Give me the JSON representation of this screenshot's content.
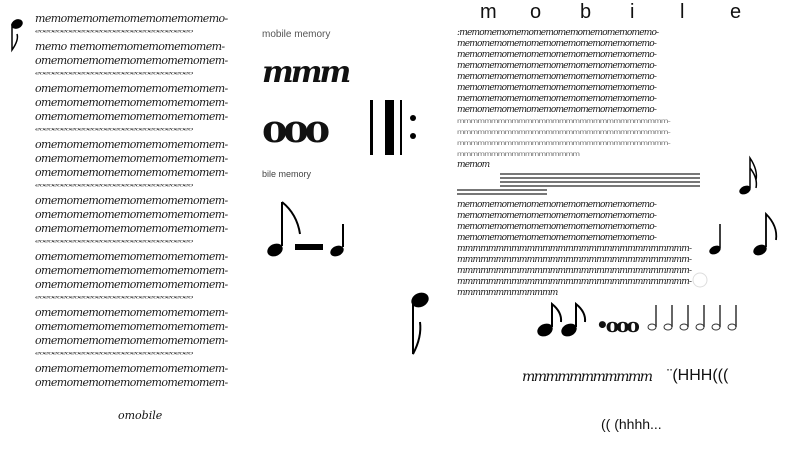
{
  "left": {
    "main_line": "omemomemomemomemomemomem-",
    "first_line": "memomemomemomemomemomemo-",
    "second_line": "memo  memomemomemomemomem-",
    "garble_line": "eoeoeoeoeoeoeoeoeoeoeoeoeoeoeoeoeoeo",
    "overlay_mobile_memory": "mobile memory",
    "overlay_mmm": "mmm",
    "overlay_ooo": "ooo",
    "overlay_bile_memory": "bile memory",
    "footer": "omobile"
  },
  "right": {
    "main_line": "memomemomemomemomemomemomemomemo-",
    "first_line": ":memomemomemomemomemomemomemomemo-",
    "last_memo": "memom",
    "grey_line": "mmmmmmmmmmmmmmmmmmmmmmmmmmmmmmm-",
    "grey_short": "mmmmmmmmmmmmmmmmmm",
    "lower_line": "mmmmmmmmmmmmmmmmmmmmmmmmmmmmmm-",
    "tail_line": "mmmmmmmmmmmmm",
    "letters": [
      "m",
      "o",
      "b",
      "i",
      "l",
      "e"
    ],
    "notes_text": "•ooo",
    "script_line": "mmmmmmmmmmm",
    "hhh": "¨(HHH(((",
    "bottom": "(( (hhhh..."
  }
}
